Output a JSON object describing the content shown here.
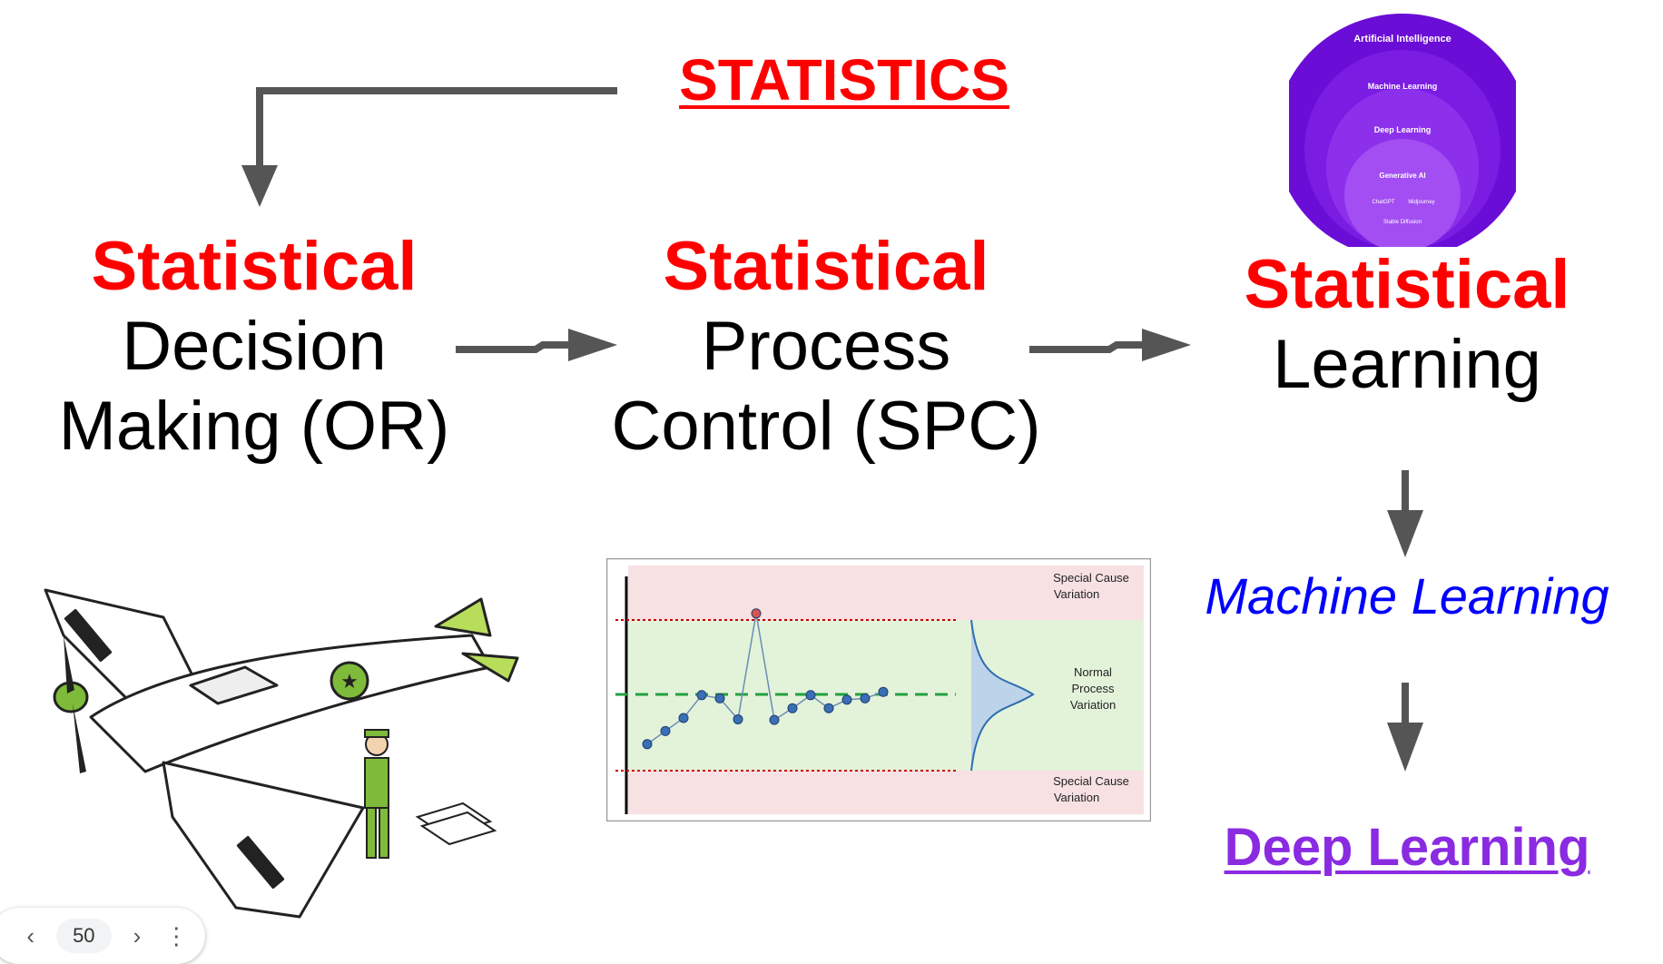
{
  "title": "STATISTICS",
  "steps": [
    {
      "label": "Statistical",
      "line1": "Decision",
      "line2": "Making (OR)"
    },
    {
      "label": "Statistical",
      "line1": "Process",
      "line2": "Control (SPC)"
    },
    {
      "label": "Statistical",
      "line1": "Learning"
    }
  ],
  "downstream": {
    "machine_learning": "Machine Learning",
    "deep_learning": "Deep Learning"
  },
  "ai_circles": {
    "layers": [
      "Artificial Intelligence",
      "Machine Learning",
      "Deep Learning",
      "Generative AI"
    ],
    "inner_items": [
      "ChatGPT",
      "Midjourney",
      "Stable Diffusion"
    ]
  },
  "spc_chart": {
    "labels": {
      "special_top": [
        "Special Cause",
        "Variation"
      ],
      "normal": [
        "Normal",
        "Process",
        "Variation"
      ],
      "special_bottom": [
        "Special Cause",
        "Variation"
      ]
    },
    "points": [
      0.1,
      0.3,
      0.5,
      0.85,
      0.8,
      0.48,
      2.1,
      0.47,
      0.65,
      0.85,
      0.65,
      0.78,
      0.8,
      0.9
    ]
  },
  "colors": {
    "accent_red": "#ff0000",
    "ml_blue": "#0000ff",
    "dl_purple": "#8a2be2",
    "arrow_gray": "#555555"
  },
  "nav": {
    "page": "50"
  }
}
